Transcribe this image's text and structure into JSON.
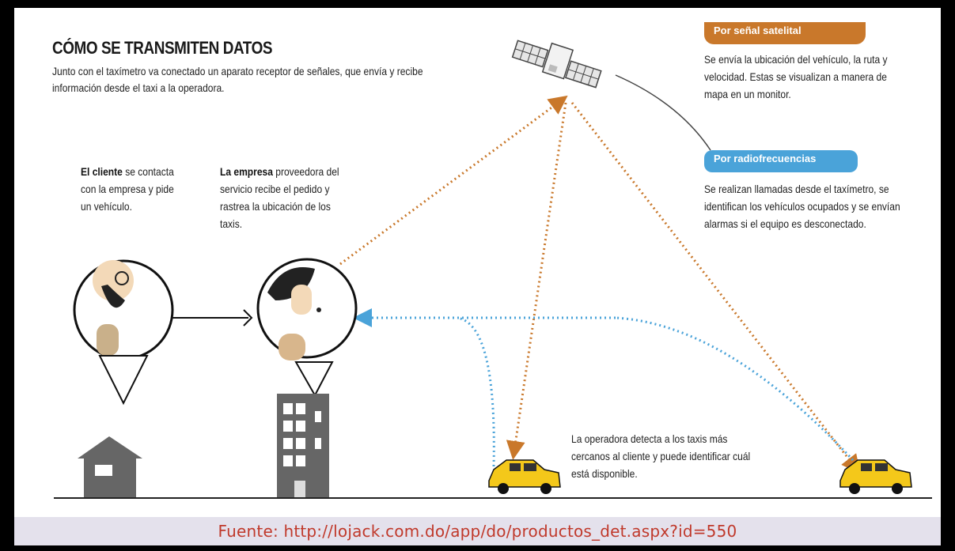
{
  "infographic": {
    "top_cropped_text": "",
    "title": "CÓMO SE TRANSMITEN DATOS",
    "subtitle": "Junto con el taxímetro va conectado un aparato receptor de señales, que envía y recibe información desde el taxi a la operadora.",
    "client_note": {
      "bold": "El cliente",
      "text": "se contacta con la empresa y pide un vehículo."
    },
    "company_note": {
      "bold": "La empresa",
      "text": "proveedora del servicio recibe el pedido y rastrea la ubicación de los taxis."
    },
    "satellite_badge": "Por señal satelital",
    "satellite_description": "Se envía la ubicación del vehículo, la ruta y velocidad. Estas se visualizan a manera de mapa en un monitor.",
    "radio_badge": "Por radiofrecuencias",
    "radio_description": "Se realizan llamadas desde el taxímetro, se identifican los vehículos ocupados y se envían alarmas si el equipo es desconectado.",
    "operator_note": "La operadora detecta a los taxis más cercanos al cliente y puede identificar cuál está disponible.",
    "colors": {
      "satellite_orange": "#c9782b",
      "radio_blue": "#4aa3d9",
      "taxi_yellow": "#f4c81a"
    }
  },
  "footer": {
    "source": "Fuente: http://lojack.com.do/app/do/productos_det.aspx?id=550"
  }
}
